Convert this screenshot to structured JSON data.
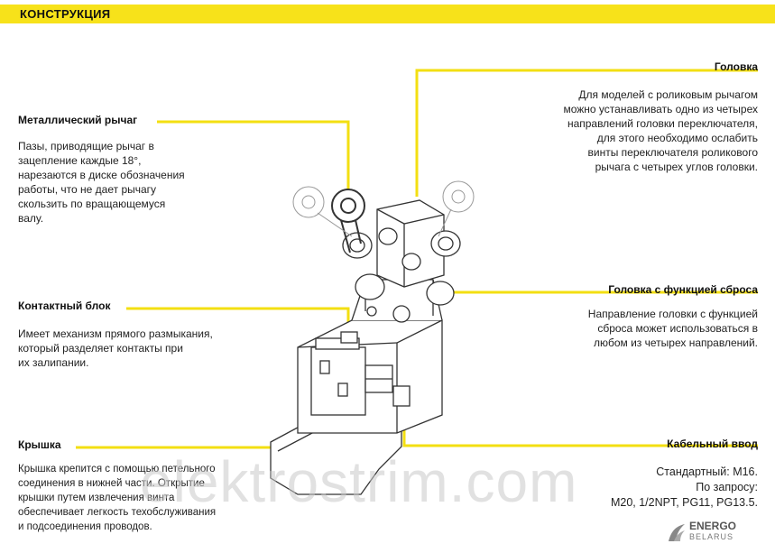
{
  "header": {
    "title": "КОНСТРУКЦИЯ"
  },
  "callouts": {
    "lever": {
      "title": "Металлический рычаг",
      "lines": [
        "Пазы, приводящие рычаг в",
        "зацепление каждые 18°,",
        "нарезаются в диске обозначения",
        "работы, что не дает рычагу",
        "скользить по вращающемуся",
        "валу."
      ]
    },
    "head": {
      "title": "Головка",
      "lines": [
        "Для моделей с роликовым рычагом",
        "можно устанавливать одно из четырех",
        "направлений головки переключателя,",
        "для этого необходимо ослабить",
        "винты переключателя роликового",
        "рычага с четырех углов головки."
      ]
    },
    "contact": {
      "title": "Контактный блок",
      "lines": [
        "Имеет механизм прямого размыкания,",
        "который разделяет контакты при",
        "их залипании."
      ]
    },
    "reset": {
      "title": "Головка с функцией сброса",
      "lines": [
        "Направление головки с функцией",
        "сброса может использоваться в",
        "любом из четырех направлений."
      ]
    },
    "cover": {
      "title": "Крышка",
      "lines": [
        "Крышка крепится с помощью петельного",
        "соединения в нижней части. Открытие",
        "крышки путем извлечения винта",
        "обеспечивает легкость техобслуживания",
        "и подсоединения проводов."
      ]
    },
    "cable": {
      "title": "Кабельный ввод",
      "lines": [
        "Стандартный: M16.",
        "По запросу:",
        "M20, 1/2NPT, PG11, PG13.5."
      ]
    }
  },
  "watermark": "elektrostrim.com",
  "logo": {
    "top": "ENERGO",
    "bottom": "BELARUS"
  },
  "colors": {
    "accent": "#f7e21a",
    "line": "#f3df12",
    "drawing": "#333333"
  }
}
